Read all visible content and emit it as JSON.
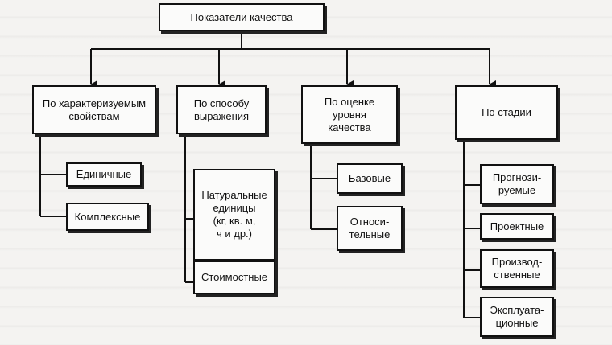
{
  "root": "Показатели качества",
  "categories": [
    {
      "label": "По характеризуемым\nсвойствам",
      "items": [
        "Единичные",
        "Комплексные"
      ]
    },
    {
      "label": "По способу\nвыражения",
      "items": [
        "Натуральные\nединицы\n(кг, кв. м,\nч и др.)",
        "Стоимостные"
      ]
    },
    {
      "label": "По оценке\nуровня\nкачества",
      "items": [
        "Базовые",
        "Относи-\nтельные"
      ]
    },
    {
      "label": "По стадии",
      "items": [
        "Прогнози-\nруемые",
        "Проектные",
        "Производ-\nственные",
        "Эксплуата-\nционные"
      ]
    }
  ]
}
